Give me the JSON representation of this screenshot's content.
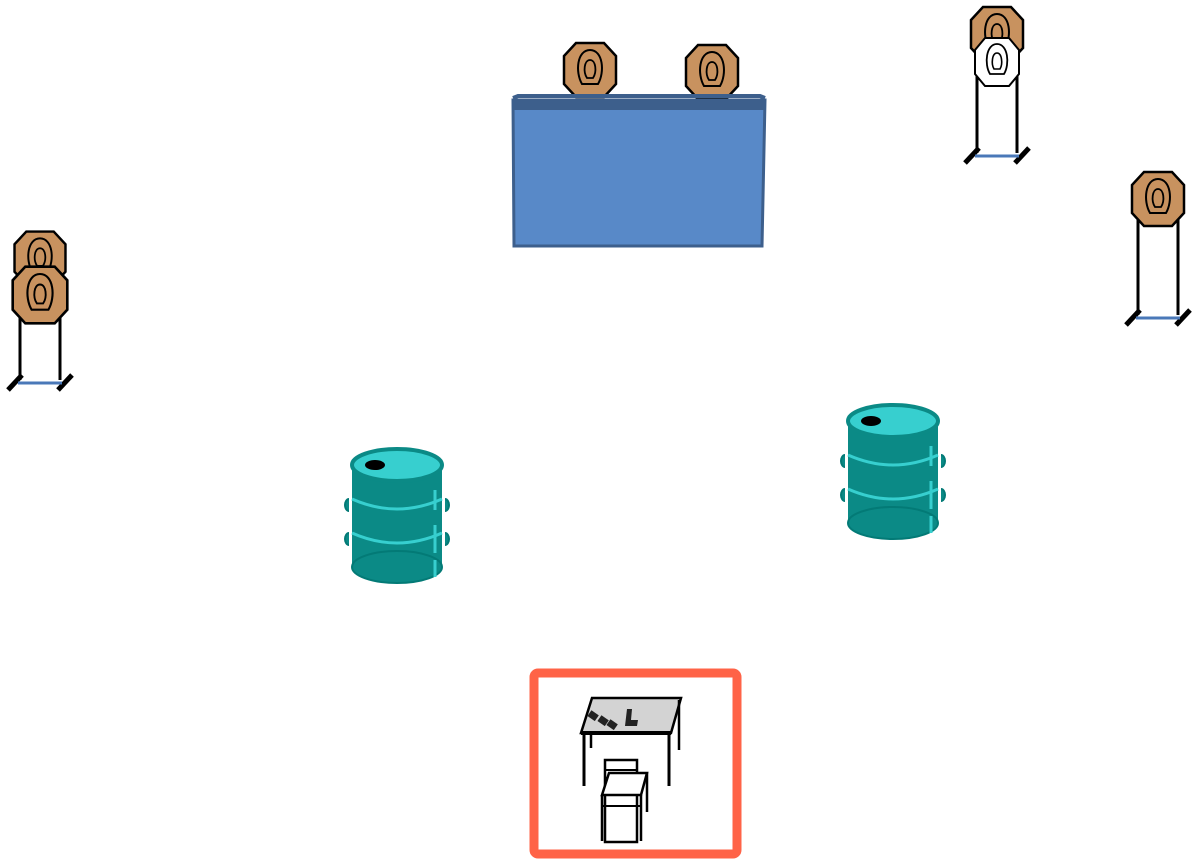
{
  "stage": {
    "elements": [
      {
        "kind": "steel-target-on-stand",
        "icon": "steel-target-icon"
      },
      {
        "kind": "barricade-wall",
        "icon": "wall-icon"
      },
      {
        "kind": "steel-targets-on-wall",
        "icon": "steel-target-icon",
        "count": 2
      },
      {
        "kind": "steel-target-on-stand-with-no-shoot",
        "icon": "no-shoot-target-icon"
      },
      {
        "kind": "steel-target-on-stand",
        "icon": "steel-target-icon"
      },
      {
        "kind": "barrel",
        "icon": "barrel-icon",
        "count": 2
      },
      {
        "kind": "start-position-table-and-chair",
        "icon": "table-chair-icon"
      }
    ],
    "colors": {
      "background": "#ffffff",
      "steel": "#c8925f",
      "wall": "#5889c8",
      "wall_edge": "#3d5f8c",
      "barrel": "#0b8a86",
      "barrel_top": "#37cfcf",
      "start_box": "#ff6347",
      "table_top": "#d3d3d3",
      "stand_base": "#4a78b8"
    }
  }
}
